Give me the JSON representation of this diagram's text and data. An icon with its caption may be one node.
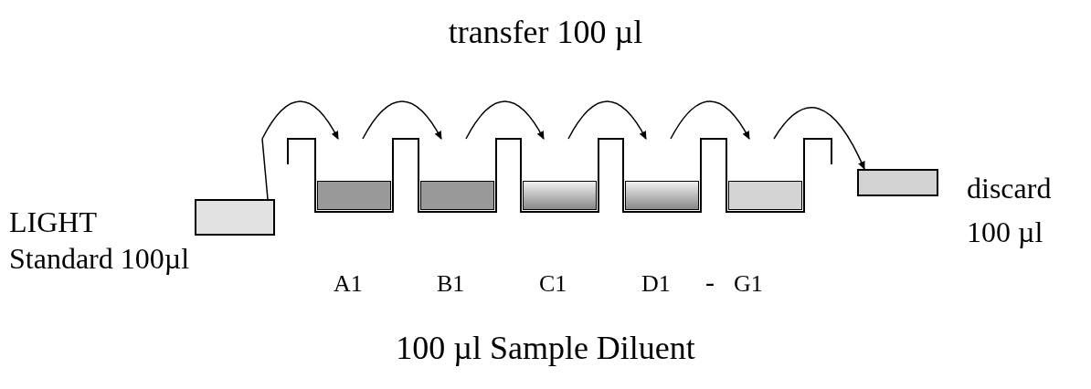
{
  "diagram": {
    "title": "transfer 100 µl",
    "caption": "100 µl Sample Diluent",
    "nodes": [
      {
        "text": [],
        "shape": "box",
        "beside": [
          "LIGHT",
          "Standard 100µl"
        ]
      },
      {
        "text": [],
        "shape": "box",
        "beside": [
          "A1"
        ]
      },
      {
        "text": [],
        "shape": "box",
        "beside": [
          "B1"
        ]
      },
      {
        "text": [],
        "shape": "box",
        "beside": [
          "C1"
        ]
      },
      {
        "text": [],
        "shape": "box",
        "beside": [
          "D1"
        ]
      },
      {
        "text": [],
        "shape": "box",
        "beside": [
          "G1"
        ]
      },
      {
        "text": [],
        "shape": "box",
        "beside": [
          "discard",
          "100 µl"
        ]
      }
    ],
    "edges": [
      {
        "from": 0,
        "to": 1,
        "arrow": "to"
      },
      {
        "from": 1,
        "to": 2,
        "arrow": "to"
      },
      {
        "from": 2,
        "to": 3,
        "arrow": "to"
      },
      {
        "from": 3,
        "to": 4,
        "arrow": "to"
      },
      {
        "from": 4,
        "to": 5,
        "arrow": "to"
      },
      {
        "from": 5,
        "to": 6,
        "arrow": "to"
      }
    ],
    "labels": [
      "-"
    ]
  }
}
